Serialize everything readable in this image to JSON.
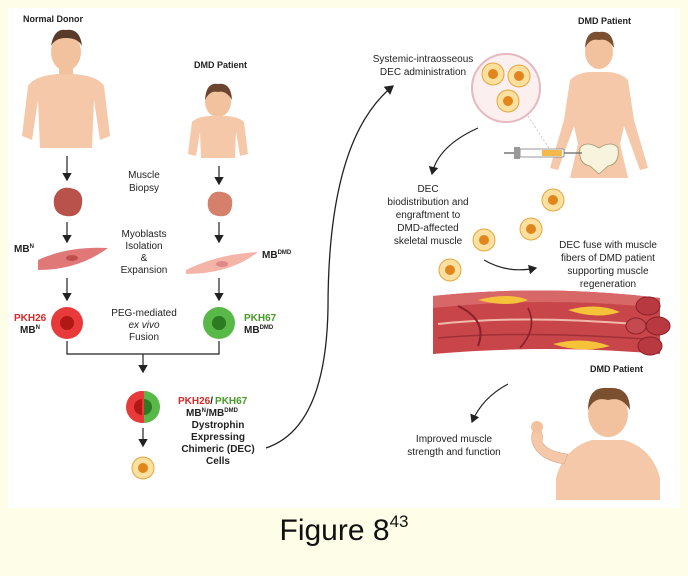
{
  "labels": {
    "normal_donor": "Normal Donor",
    "dmd_patient_left": "DMD Patient",
    "dmd_patient_top_right": "DMD Patient",
    "dmd_patient_bottom_right": "DMD Patient",
    "muscle_biopsy_1": "Muscle",
    "muscle_biopsy_2": "Biopsy",
    "myoblasts_1": "Myoblasts",
    "myoblasts_2": "Isolation",
    "myoblasts_3": "&",
    "myoblasts_4": "Expansion",
    "mb_n": "MB",
    "mb_n_sup": "N",
    "mb_dmd": "MB",
    "mb_dmd_sup": "DMD",
    "pkh26": "PKH26",
    "pkh26_mb": "MB",
    "pkh26_mb_sup": "N",
    "pkh67": "PKH67",
    "pkh67_mb": "MB",
    "pkh67_mb_sup": "DMD",
    "peg_1": "PEG-mediated",
    "peg_2": "ex vivo",
    "peg_3": "Fusion",
    "fused_pkh26": "PKH26",
    "fused_slash": "/",
    "fused_pkh67": "PKH67",
    "fused_mb1": "MB",
    "fused_mb1_sup": "N",
    "fused_mb2": "/MB",
    "fused_mb2_sup": "DMD",
    "dec_1": "Dystrophin",
    "dec_2": "Expressing",
    "dec_3": "Chimeric (DEC)",
    "dec_4": "Cells",
    "systemic_1": "Systemic-intraosseous",
    "systemic_2": "DEC administration",
    "biodist_1": "DEC",
    "biodist_2": "biodistribution and",
    "biodist_3": "engraftment to",
    "biodist_4": "DMD-affected",
    "biodist_5": "skeletal muscle",
    "fuse_1": "DEC fuse with muscle",
    "fuse_2": "fibers of DMD patient",
    "fuse_3": "supporting muscle",
    "fuse_4": "regeneration",
    "improved_1": "Improved muscle",
    "improved_2": "strength and function"
  },
  "caption": {
    "text": "Figure 8",
    "sup": "43"
  },
  "colors": {
    "red_label": "#d42a2a",
    "green_label": "#4a9a2a",
    "skin": "#f4c8a8",
    "hair": "#5a3a28",
    "dec_cell": "#f5b84a",
    "muscle": "#c8464a"
  }
}
